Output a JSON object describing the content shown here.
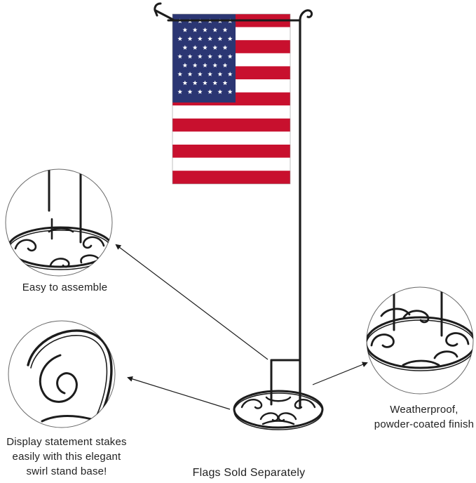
{
  "colors": {
    "flag_red": "#c8102e",
    "flag_blue": "#2b3673",
    "flag_white": "#ffffff",
    "metal": "#1c1c1c",
    "circle_outline": "#6a6a6a"
  },
  "captions": {
    "assemble": "Easy to assemble",
    "weather_line1": "Weatherproof,",
    "weather_line2": "powder-coated finish",
    "display_line1": "Display statement stakes",
    "display_line2": "easily with this elegant",
    "display_line3": "swirl stand base!",
    "flags_note": "Flags Sold Separately"
  },
  "icons": {
    "flag": "us-flag-icon",
    "arrows": "pointer-arrow-icon"
  }
}
